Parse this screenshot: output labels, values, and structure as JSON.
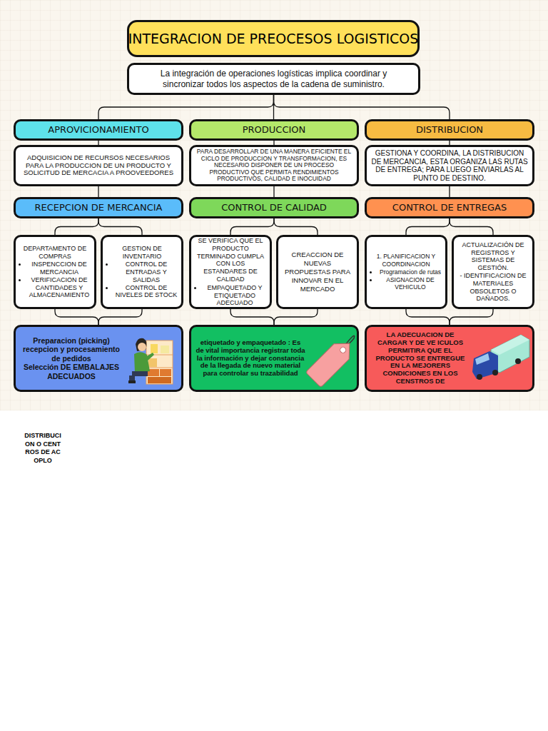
{
  "diagram": {
    "title": "INTEGRACION DE PREOCESOS LOGISTICOS",
    "nodes": [
      {
        "text": [
          "La integración de operaciones logísticas implica coordinar y sincronizar todos los aspectos de la cadena de suministro."
        ]
      },
      {
        "text": [
          "APROVICIONAMIENTO"
        ]
      },
      {
        "text": [
          "PRODUCCION"
        ]
      },
      {
        "text": [
          "DISTRIBUCION"
        ]
      },
      {
        "text": [
          "ADQUISICION DE RECURSOS NECESARIOS PARA LA PRODUCCION DE UN PRODUCTO Y SOLICITUD DE MERCACIA A PROOVEEDORES"
        ]
      },
      {
        "text": [
          "PARA DESARROLLAR DE UNA MANERA EFICIENTE EL CICLO DE PRODUCCION Y TRANSFORMACION, ES NECESARIO DISPONER DE UN PROCESO PRODUCTIVO QUE PERMITA RENDIMIENTOS PRODUCTIVOS, CALIDAD E INOCUIDAD"
        ]
      },
      {
        "text": [
          "GESTIONA Y COORDINA, LA DISTRIBUCION DE MERCANCIA, ESTA ORGANIZA LAS RUTAS DE ENTREGA; PARA LUEGO ENVIARLAS AL PUNTO DE DESTINO."
        ]
      },
      {
        "text": [
          "RECEPCION DE MERCANCIA"
        ]
      },
      {
        "text": [
          "CONTROL DE CALIDAD"
        ]
      },
      {
        "text": [
          "CONTROL DE ENTREGAS"
        ]
      },
      {
        "text": [
          "DEPARTAMENTO DE COMPRAS",
          "INSPENCCION DE MERCANCIA",
          "VERIFICACION DE CANTIDADES Y ALMACENAMIENTO"
        ]
      },
      {
        "text": [
          "GESTION DE INVENTARIO",
          "CONTROL DE ENTRADAS Y SALIDAS",
          "CONTROL DE NIVELES DE STOCK"
        ]
      },
      {
        "text": [
          "SE VERIFICA QUE EL PRODUCTO TERMINADO CUMPLA CON LOS ESTANDARES DE CALIDAD",
          "EMPAQUETADO Y ETIQUETADO ADECUADO"
        ]
      },
      {
        "text": [
          "CREACCION DE NUEVAS PROPUESTAS PARA INNOVAR EN EL MERCADO"
        ]
      },
      {
        "text": [
          "1. PLANIFICACION Y COORDINACION",
          "Programacion de rutas",
          "ASIGNACION DE VEHICULO"
        ]
      },
      {
        "text": [
          "ACTUALIZACIÓN DE REGISTROS Y SISTEMAS DE GESTIÓN.",
          "- IDENTIFICACION DE MATERIALES OBSOLETOS O DAÑADOS."
        ]
      },
      {
        "text": [
          "Preparacion (picking) recepcion y procesamiento de pedidos",
          "Selección DE EMBALAJES ADECUADOS"
        ]
      },
      {
        "text": [
          "etiquetado y empaquetado : Es de vital importancia registrar toda la información y dejar constancia de la llegada de nuevo material para controlar su trazabilidad"
        ]
      },
      {
        "text": [
          "LA ADECUACION DE CARGAR Y DE VE ICULOS PERMITIRA QUE EL PRODUCTO SE ENTREGUE EN LA MEJORERS CONDICIONES EN LOS CENSTROS DE"
        ]
      }
    ],
    "edges": [
      {
        "from": 0,
        "to": 1,
        "arrow": "none"
      },
      {
        "from": 0,
        "to": 2,
        "arrow": "none"
      },
      {
        "from": 0,
        "to": 3,
        "arrow": "none"
      },
      {
        "from": 1,
        "to": 4,
        "arrow": "none"
      },
      {
        "from": 2,
        "to": 5,
        "arrow": "none"
      },
      {
        "from": 3,
        "to": 6,
        "arrow": "none"
      },
      {
        "from": 4,
        "to": 7,
        "arrow": "none"
      },
      {
        "from": 5,
        "to": 8,
        "arrow": "none"
      },
      {
        "from": 6,
        "to": 9,
        "arrow": "none"
      },
      {
        "from": 7,
        "to": 10,
        "arrow": "none"
      },
      {
        "from": 7,
        "to": 11,
        "arrow": "none"
      },
      {
        "from": 8,
        "to": 12,
        "arrow": "none"
      },
      {
        "from": 8,
        "to": 13,
        "arrow": "none"
      },
      {
        "from": 9,
        "to": 14,
        "arrow": "none"
      },
      {
        "from": 9,
        "to": 15,
        "arrow": "none"
      },
      {
        "from": 10,
        "to": 16,
        "arrow": "none"
      },
      {
        "from": 11,
        "to": 16,
        "arrow": "none"
      },
      {
        "from": 12,
        "to": 17,
        "arrow": "none"
      },
      {
        "from": 13,
        "to": 17,
        "arrow": "none"
      },
      {
        "from": 14,
        "to": 18,
        "arrow": "none"
      },
      {
        "from": 15,
        "to": 18,
        "arrow": "none"
      }
    ],
    "labels": [
      "DISTRIBUCION O CENTROS DE ACOPLO"
    ]
  }
}
